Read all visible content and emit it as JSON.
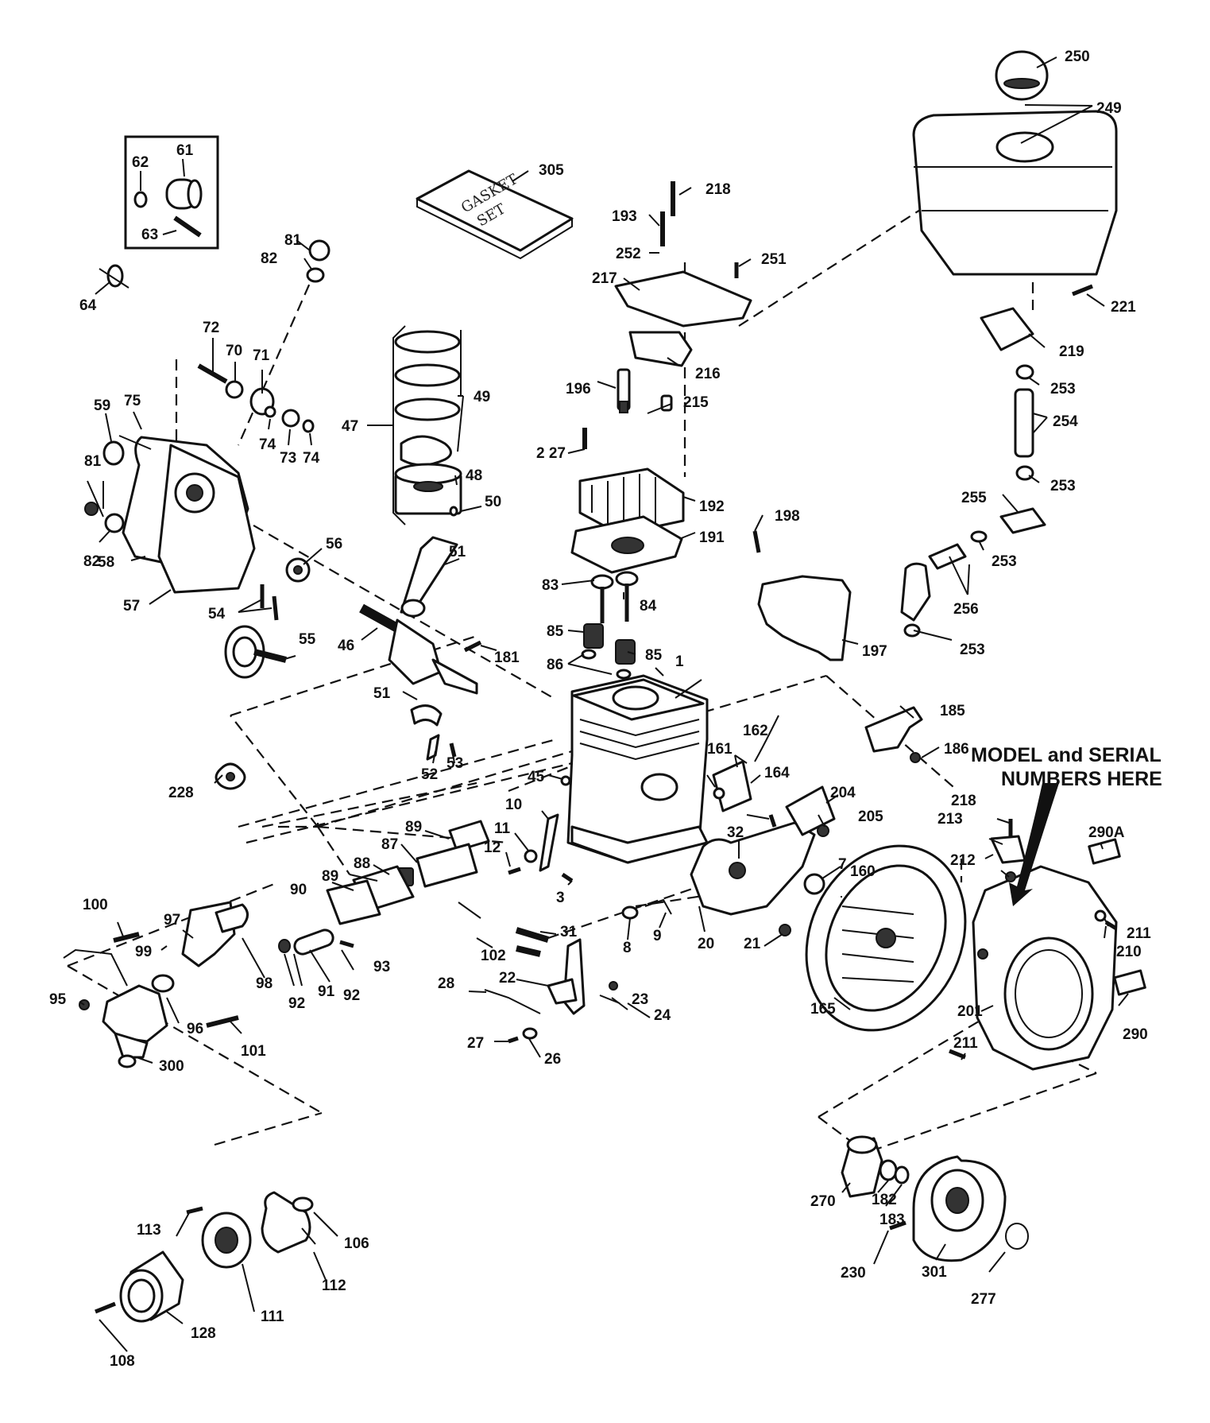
{
  "banner": {
    "line1": "MODEL and SERIAL",
    "line2": "NUMBERS HERE"
  },
  "gasket_set_text": {
    "line1": "GASKET",
    "line2": "SET"
  },
  "callouts": {
    "c1": "1",
    "c3": "3",
    "c7": "7",
    "c8": "8",
    "c9": "9",
    "c10": "10",
    "c11": "11",
    "c12": "12",
    "c20": "20",
    "c21": "21",
    "c22": "22",
    "c23": "23",
    "c24": "24",
    "c26": "26",
    "c27": "27",
    "c28": "28",
    "c31": "31",
    "c32": "32",
    "c45": "45",
    "c46": "46",
    "c47": "47",
    "c48": "48",
    "c49": "49",
    "c50": "50",
    "c51a": "51",
    "c51b": "51",
    "c52": "52",
    "c53": "53",
    "c54": "54",
    "c55": "55",
    "c56": "56",
    "c57": "57",
    "c58": "58",
    "c59": "59",
    "c61": "61",
    "c62": "62",
    "c63": "63",
    "c64": "64",
    "c70": "70",
    "c71": "71",
    "c72": "72",
    "c73": "73",
    "c74a": "74",
    "c74b": "74",
    "c75": "75",
    "c81a": "81",
    "c81b": "81",
    "c82a": "82",
    "c82b": "82",
    "c83": "83",
    "c84": "84",
    "c85a": "85",
    "c85b": "85",
    "c86": "86",
    "c87": "87",
    "c88": "88",
    "c89a": "89",
    "c89b": "89",
    "c90": "90",
    "c91": "91",
    "c92a": "92",
    "c92b": "92",
    "c93": "93",
    "c95": "95",
    "c96": "96",
    "c97": "97",
    "c98": "98",
    "c99": "99",
    "c100": "100",
    "c101": "101",
    "c102": "102",
    "c106": "106",
    "c108": "108",
    "c111": "111",
    "c112": "112",
    "c113": "113",
    "c128": "128",
    "c160": "160",
    "c161": "161",
    "c162": "162",
    "c164": "164",
    "c165": "165",
    "c181": "181",
    "c182": "182",
    "c183": "183",
    "c185": "185",
    "c186": "186",
    "c191": "191",
    "c192": "192",
    "c193": "193",
    "c196": "196",
    "c197": "197",
    "c198": "198",
    "c201": "201",
    "c204": "204",
    "c205": "205",
    "c210": "210",
    "c211a": "211",
    "c211b": "211",
    "c212": "212",
    "c213": "213",
    "c215": "215",
    "c216": "216",
    "c217": "217",
    "c218a": "218",
    "c218b": "218",
    "c219": "219",
    "c221": "221",
    "c227": "2 27",
    "c228": "228",
    "c230": "230",
    "c249": "249",
    "c250": "250",
    "c251": "251",
    "c252": "252",
    "c253a": "253",
    "c253b": "253",
    "c253c": "253",
    "c253d": "253",
    "c254": "254",
    "c255": "255",
    "c256": "256",
    "c270": "270",
    "c277": "277",
    "c290": "290",
    "c290A": "290A",
    "c300": "300",
    "c301": "301",
    "c305": "305"
  }
}
